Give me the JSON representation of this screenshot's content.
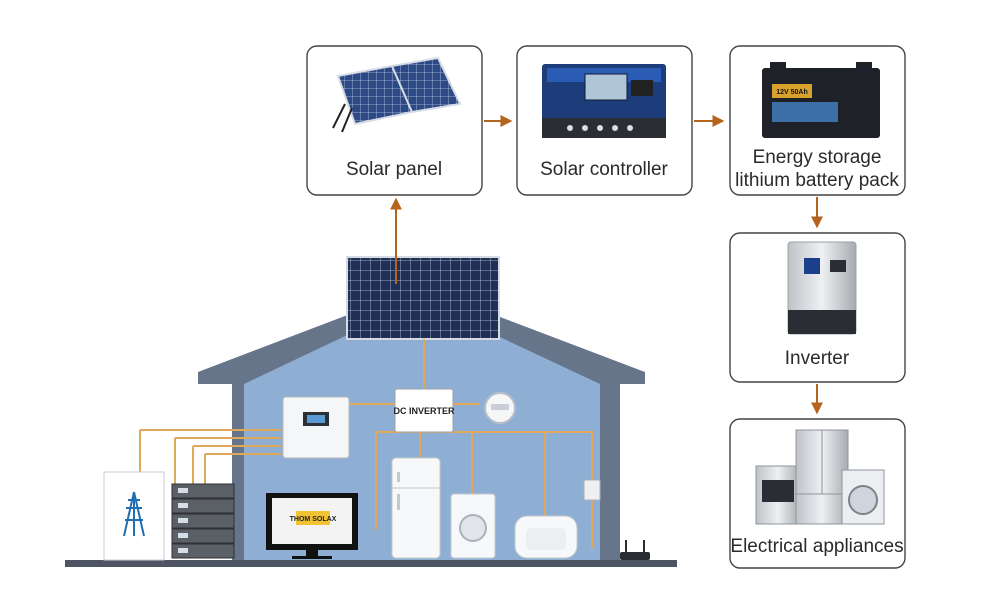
{
  "nodes": {
    "solar_panel": "Solar panel",
    "solar_controller": "Solar controller",
    "battery_line1": "Energy storage",
    "battery_line2": "lithium battery pack",
    "inverter": "Inverter",
    "appliances": "Electrical appliances"
  },
  "devices": {
    "dc_inverter": "DC INVERTER",
    "battery_badge": "12V 50Ah",
    "tv_line1": "THOM SOLAX"
  },
  "colors": {
    "arrow": "#b5631d",
    "wire": "#e0a95a",
    "house_wall": "#8faed3",
    "house_roof": "#66758a",
    "box_border": "#444444"
  }
}
